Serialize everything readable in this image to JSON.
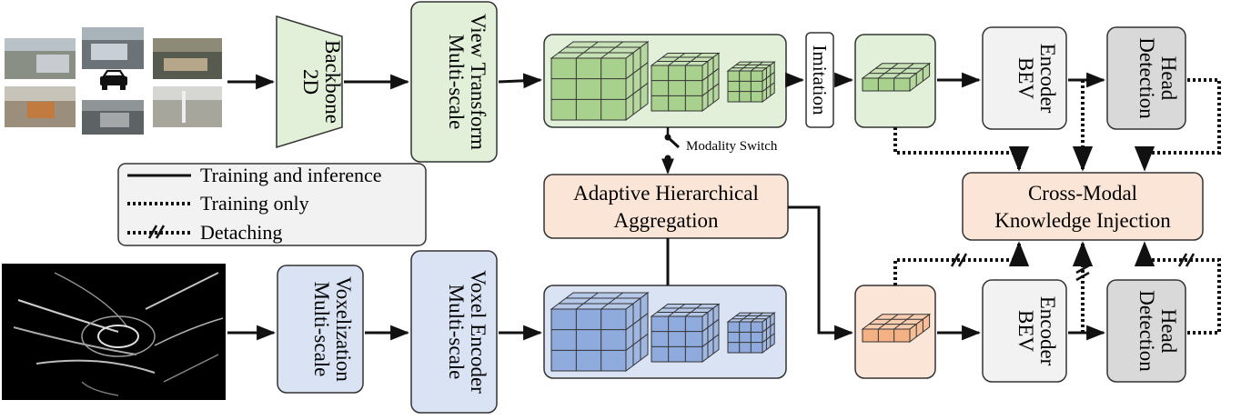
{
  "colors": {
    "green_fill": "#e2efd9",
    "green_cube": "#a9d18e",
    "blue_fill": "#dae3f3",
    "blue_cube": "#8faadc",
    "orange_fill": "#fbe5d6",
    "orange_cube": "#f4b183",
    "gray_fill": "#f2f2f2",
    "dark_gray_fill": "#d9d9d9",
    "edge": "#333333"
  },
  "inputs": {
    "camera_images": "camera-images",
    "car_icon": "car-icon",
    "lidar_points": "lidar-point-cloud"
  },
  "camera_branch": {
    "backbone": [
      "2D",
      "Backbone"
    ],
    "view_transform": [
      "Multi-scale",
      "View Transform"
    ],
    "imitation": "Imitation",
    "bev_encoder": [
      "BEV",
      "Encoder"
    ],
    "detection_head": [
      "Detection",
      "Head"
    ]
  },
  "lidar_branch": {
    "voxelization": [
      "Multi-scale",
      "Voxelization"
    ],
    "voxel_encoder": [
      "Multi-scale",
      "Voxel Encoder"
    ],
    "bev_encoder": [
      "BEV",
      "Encoder"
    ],
    "detection_head": [
      "Detection",
      "Head"
    ]
  },
  "middle": {
    "modality_switch": "Modality Switch",
    "aggregation": [
      "Adaptive Hierarchical",
      "Aggregation"
    ],
    "knowledge_injection": [
      "Cross-Modal",
      "Knowledge Injection"
    ]
  },
  "legend": [
    {
      "style": "solid",
      "label": "Training and inference"
    },
    {
      "style": "dotted",
      "label": "Training only"
    },
    {
      "style": "detach",
      "label": "Detaching"
    }
  ]
}
